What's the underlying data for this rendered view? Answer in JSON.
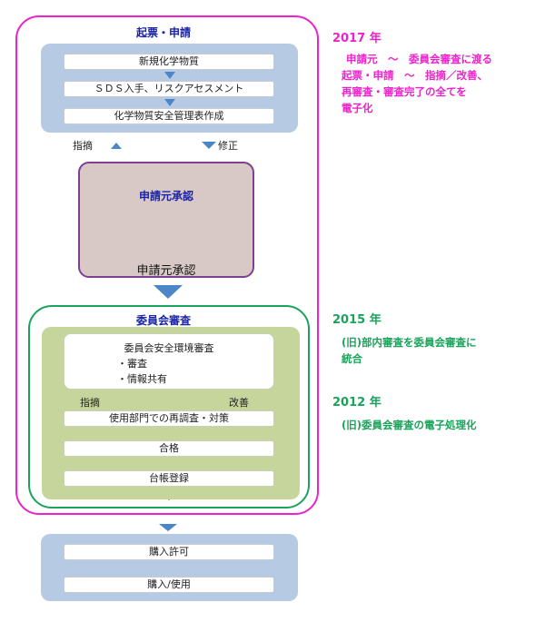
{
  "diagram": {
    "top_section_title": "起票・申請",
    "top_steps": [
      "新規化学物質",
      "ＳＤＳ入手、リスクアセスメント",
      "化学物質安全管理表作成"
    ],
    "feedback_left": "指摘",
    "feedback_right": "修正",
    "approval_title": "申請元承認",
    "approval_caption": "申請元承認",
    "committee_title": "委員会審査",
    "committee_review": {
      "title": "委員会安全環境審査",
      "items": [
        "・審査",
        "・情報共有"
      ]
    },
    "committee_feedback_left": "指摘",
    "committee_feedback_right": "改善",
    "committee_steps": [
      "使用部門での再調査・対策",
      "合格",
      "台帳登録"
    ],
    "bottom_steps": [
      "購入許可",
      "購入/使用"
    ]
  },
  "notes": [
    {
      "year": "2017 年",
      "lines": [
        "申請元　～　委員会審査に渡る",
        "起票・申請　～　指摘／改善、",
        "再審査・審査完了の全てを",
        "電子化"
      ]
    },
    {
      "year": "2015 年",
      "lines": [
        "(旧)部内審査を委員会審査に",
        "統合"
      ]
    },
    {
      "year": "2012 年",
      "lines": [
        "(旧)委員会審査の電子処理化"
      ]
    }
  ],
  "colors": {
    "magenta": "#ee22cc",
    "green": "#1aa35a",
    "blue_arrow": "#4a86c8",
    "green_arrow": "#6e8c2e",
    "title_blue": "#1a24a8"
  }
}
